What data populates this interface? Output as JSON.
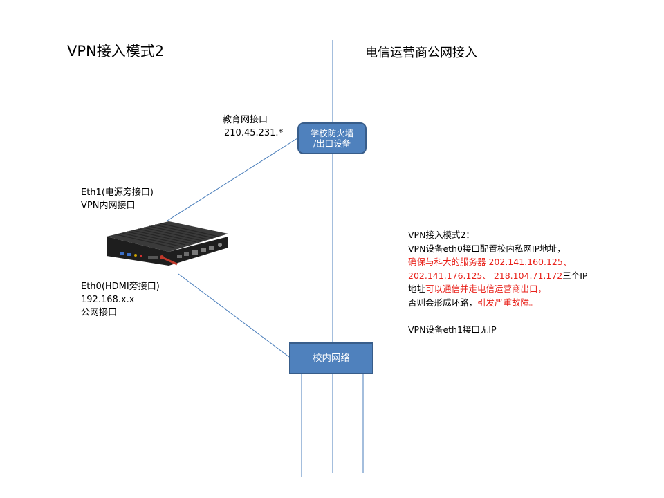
{
  "title": "VPN接入模式2",
  "isp_title": "电信运营商公网接入",
  "edu_interface": {
    "name": "教育网接口",
    "ip": "210.45.231.*"
  },
  "firewall": {
    "line1": "学校防火墙",
    "line2": "/出口设备"
  },
  "campus_network": "校内网络",
  "eth1": {
    "line1": "Eth1(电源旁接口)",
    "line2": "VPN内网接口"
  },
  "eth0": {
    "line1": "Eth0(HDMI旁接口)",
    "line2": "192.168.x.x",
    "line3": "公网接口"
  },
  "notes": {
    "l1": "VPN接入模式2：",
    "l2": "VPN设备eth0接口配置校内私网IP地址，",
    "l3a": "确保与科大的服务器 202.141.160.125、",
    "l4a": "202.141.176.125、 218.104.71.172",
    "l4b": "三个IP",
    "l5a": "地址",
    "l5b": "可以通信并走电信运营商出口，",
    "l6a": "否则会形成环路，",
    "l6b": "引发严重故障。",
    "l7": "VPN设备eth1接口无IP"
  },
  "colors": {
    "node_fill": "#4f81bd",
    "node_border": "#385d8a",
    "line": "#4a7ebb",
    "warning": "#e8211a"
  }
}
